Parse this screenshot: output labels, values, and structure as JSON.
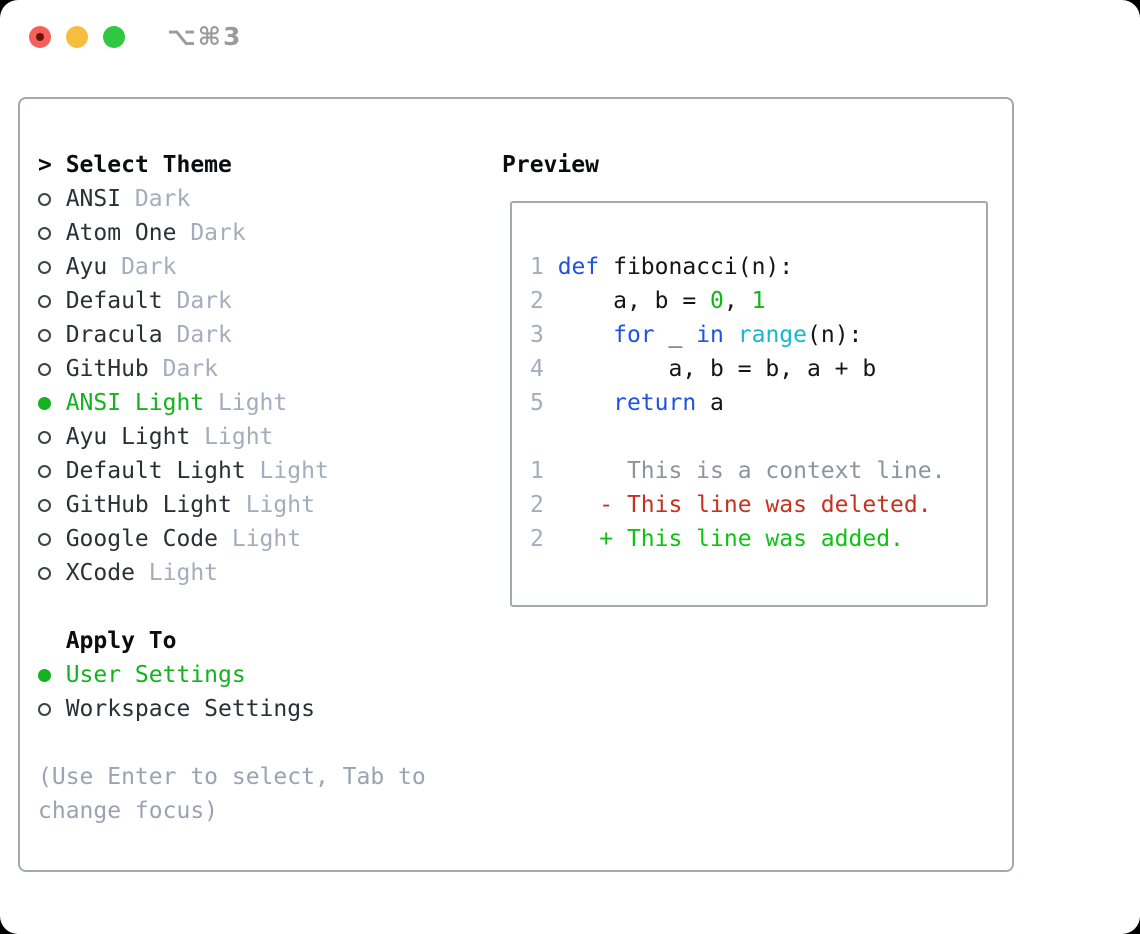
{
  "window": {
    "title": "⌥⌘3",
    "traffic_lights": [
      "close",
      "minimize",
      "zoom"
    ]
  },
  "theme_picker": {
    "cursor": "> ",
    "header": "Select Theme",
    "items": [
      {
        "name": "ANSI",
        "variant": " Dark",
        "selected": false
      },
      {
        "name": "Atom One",
        "variant": " Dark",
        "selected": false
      },
      {
        "name": "Ayu",
        "variant": " Dark",
        "selected": false
      },
      {
        "name": "Default",
        "variant": " Dark",
        "selected": false
      },
      {
        "name": "Dracula",
        "variant": " Dark",
        "selected": false
      },
      {
        "name": "GitHub",
        "variant": " Dark",
        "selected": false
      },
      {
        "name": "ANSI Light",
        "variant": " Light",
        "selected": true
      },
      {
        "name": "Ayu Light",
        "variant": " Light",
        "selected": false
      },
      {
        "name": "Default Light",
        "variant": " Light",
        "selected": false
      },
      {
        "name": "GitHub Light",
        "variant": " Light",
        "selected": false
      },
      {
        "name": "Google Code",
        "variant": " Light",
        "selected": false
      },
      {
        "name": "XCode",
        "variant": " Light",
        "selected": false
      }
    ]
  },
  "apply_to": {
    "header": "Apply To",
    "options": [
      {
        "label": "User Settings",
        "selected": true
      },
      {
        "label": "Workspace Settings",
        "selected": false
      }
    ]
  },
  "hint": "(Use Enter to select, Tab to change focus)",
  "preview": {
    "header": "Preview",
    "lines": [
      {
        "num": "1",
        "segments": [
          {
            "t": "kw",
            "text": "def"
          },
          {
            "t": "plain",
            "text": " fibonacci(n):"
          }
        ]
      },
      {
        "num": "2",
        "segments": [
          {
            "t": "plain",
            "text": "    a, b = "
          },
          {
            "t": "lit",
            "text": "0"
          },
          {
            "t": "plain",
            "text": ", "
          },
          {
            "t": "lit",
            "text": "1"
          }
        ]
      },
      {
        "num": "3",
        "segments": [
          {
            "t": "plain",
            "text": "    "
          },
          {
            "t": "kw",
            "text": "for"
          },
          {
            "t": "plain",
            "text": " _ "
          },
          {
            "t": "kw",
            "text": "in"
          },
          {
            "t": "plain",
            "text": " "
          },
          {
            "t": "builtin",
            "text": "range"
          },
          {
            "t": "plain",
            "text": "(n):"
          }
        ]
      },
      {
        "num": "4",
        "segments": [
          {
            "t": "plain",
            "text": "        a, b = b, a + b"
          }
        ]
      },
      {
        "num": "5",
        "segments": [
          {
            "t": "plain",
            "text": "    "
          },
          {
            "t": "kw",
            "text": "return"
          },
          {
            "t": "plain",
            "text": " a"
          }
        ]
      },
      {
        "blank": true
      },
      {
        "num": "1",
        "segments": [
          {
            "t": "ctx",
            "text": "     This is a context line."
          }
        ]
      },
      {
        "num": "2",
        "segments": [
          {
            "t": "del",
            "text": "   - This line was deleted."
          }
        ]
      },
      {
        "num": "2",
        "segments": [
          {
            "t": "add",
            "text": "   + This line was added."
          }
        ]
      }
    ]
  },
  "colors": {
    "accent_green": "#12b31e",
    "keyword_blue": "#1d53e0",
    "builtin_cyan": "#16b8d0",
    "literal_green": "#0fb81a",
    "diff_deleted_red": "#c43220",
    "diff_added_green": "#0fc315",
    "context_gray": "#8e949e",
    "muted_gray": "#a3adbc",
    "hint_gray": "#9aa3b2",
    "panel_border": "#a2a9b3",
    "traffic_red": "#f4605a",
    "traffic_yellow": "#f6bd3f",
    "traffic_green": "#2fc840"
  }
}
